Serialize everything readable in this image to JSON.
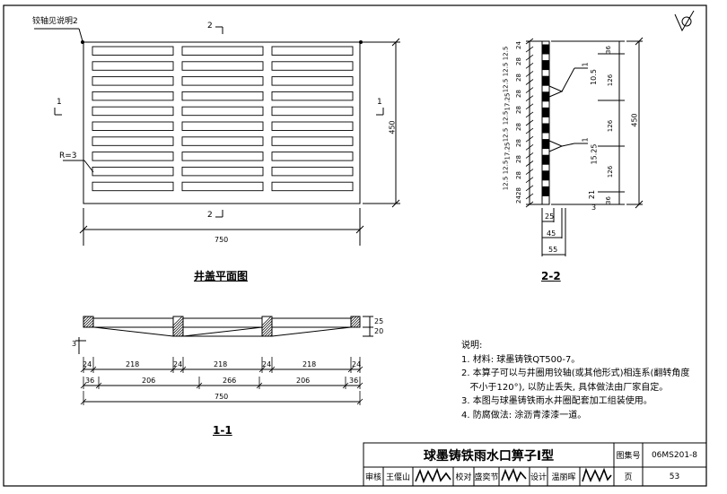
{
  "plan": {
    "hinge_note": "铰轴见说明2",
    "section_mark_2": "2",
    "section_mark_1": "1",
    "radius_label": "R=3",
    "dim_height": "450",
    "dim_width": "750",
    "caption": "井盖平面图"
  },
  "section_22": {
    "caption": "2-2",
    "left_dims": [
      "24",
      "12.5",
      "28",
      "12.5",
      "28",
      "12.5",
      "28",
      "17.25",
      "28",
      "12.5",
      "28",
      "12.5",
      "28",
      "17.25",
      "28",
      "12.5",
      "28",
      "12.5",
      "28",
      "24"
    ],
    "right_dims": [
      "36",
      "126",
      "126",
      "126",
      "36"
    ],
    "overall": "450",
    "detail_a": [
      "1",
      "10.5"
    ],
    "detail_b": [
      "1",
      "15.25"
    ],
    "small_3": "3",
    "small_21": "21",
    "bottom_dims": [
      "25",
      "45",
      "55"
    ]
  },
  "section_11": {
    "caption": "1-1",
    "right_dims": [
      "25",
      "20"
    ],
    "left_3": "3",
    "row1": [
      "24",
      "218",
      "24",
      "218",
      "24",
      "218",
      "24"
    ],
    "row2": [
      "36",
      "206",
      "266",
      "206",
      "36"
    ],
    "overall": "750"
  },
  "notes": {
    "heading": "说明:",
    "items": [
      "1. 材料: 球墨铸铁QT500-7。",
      "2. 本算子可以与井圈用铰轴(或其他形式)相连系(翻转角度",
      "   不小于120°), 以防止丢失, 具体做法由厂家自定。",
      "3. 本图与球墨铸铁雨水井圈配套加工组装使用。",
      "4. 防腐做法: 涂沥青漆漆一道。"
    ]
  },
  "title_block": {
    "title": "球墨铸铁雨水口箅子Ⅰ型",
    "atlas_label": "图集号",
    "atlas_no": "06MS201-8",
    "review_label": "审核",
    "review_name": "王偃山",
    "check_label": "校对",
    "check_name": "盛奕节",
    "design_label": "设计",
    "design_name": "温丽晖",
    "page_label": "页",
    "page_no": "53"
  }
}
